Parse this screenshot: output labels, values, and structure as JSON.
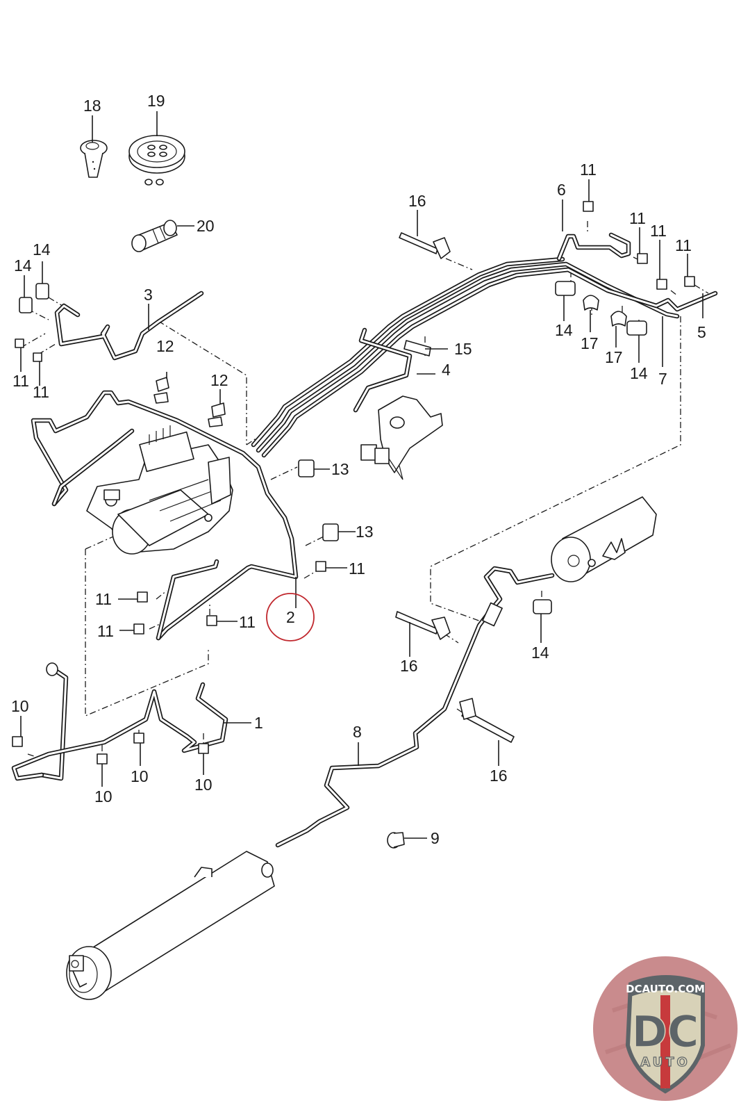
{
  "diagram": {
    "type": "exploded-parts-diagram",
    "subject": "air suspension compressor and air lines",
    "highlighted_callout": "2",
    "highlight_color": "#c0272d",
    "line_color": "#1a1a1a",
    "callouts": [
      {
        "id": "c18",
        "label": "18",
        "part": "grommet"
      },
      {
        "id": "c19",
        "label": "19",
        "part": "multi-pass grommet"
      },
      {
        "id": "c20",
        "label": "20",
        "part": "connector"
      },
      {
        "id": "c14a",
        "label": "14",
        "part": "holder"
      },
      {
        "id": "c14b",
        "label": "14",
        "part": "holder"
      },
      {
        "id": "c3",
        "label": "3",
        "part": "air line"
      },
      {
        "id": "c11a",
        "label": "11",
        "part": "clip"
      },
      {
        "id": "c11b",
        "label": "11",
        "part": "clip"
      },
      {
        "id": "c12a",
        "label": "12",
        "part": "holder"
      },
      {
        "id": "c12b",
        "label": "12",
        "part": "holder"
      },
      {
        "id": "c16a",
        "label": "16",
        "part": "bracket"
      },
      {
        "id": "c6",
        "label": "6",
        "part": "air line"
      },
      {
        "id": "c11c",
        "label": "11",
        "part": "clip"
      },
      {
        "id": "c11d",
        "label": "11",
        "part": "clip"
      },
      {
        "id": "c11e",
        "label": "11",
        "part": "clip"
      },
      {
        "id": "c11f",
        "label": "11",
        "part": "clip"
      },
      {
        "id": "c5",
        "label": "5",
        "part": "air line"
      },
      {
        "id": "c14c",
        "label": "14",
        "part": "holder"
      },
      {
        "id": "c17a",
        "label": "17",
        "part": "holder"
      },
      {
        "id": "c17b",
        "label": "17",
        "part": "holder"
      },
      {
        "id": "c14d",
        "label": "14",
        "part": "holder"
      },
      {
        "id": "c7",
        "label": "7",
        "part": "air line"
      },
      {
        "id": "c15",
        "label": "15",
        "part": "holder"
      },
      {
        "id": "c4",
        "label": "4",
        "part": "air line"
      },
      {
        "id": "c13a",
        "label": "13",
        "part": "holder"
      },
      {
        "id": "c13b",
        "label": "13",
        "part": "holder"
      },
      {
        "id": "c11g",
        "label": "11",
        "part": "clip"
      },
      {
        "id": "c2",
        "label": "2",
        "part": "air line"
      },
      {
        "id": "c11h",
        "label": "11",
        "part": "clip"
      },
      {
        "id": "c11i",
        "label": "11",
        "part": "clip"
      },
      {
        "id": "c11j",
        "label": "11",
        "part": "clip"
      },
      {
        "id": "c14e",
        "label": "14",
        "part": "holder"
      },
      {
        "id": "c16b",
        "label": "16",
        "part": "bracket"
      },
      {
        "id": "c10a",
        "label": "10",
        "part": "clip"
      },
      {
        "id": "c1",
        "label": "1",
        "part": "air line"
      },
      {
        "id": "c10b",
        "label": "10",
        "part": "clip"
      },
      {
        "id": "c10c",
        "label": "10",
        "part": "clip"
      },
      {
        "id": "c10d",
        "label": "10",
        "part": "clip"
      },
      {
        "id": "c8",
        "label": "8",
        "part": "air line"
      },
      {
        "id": "c16c",
        "label": "16",
        "part": "bracket"
      },
      {
        "id": "c9",
        "label": "9",
        "part": "plug"
      }
    ]
  },
  "logo": {
    "site": "DCAUTO.COM",
    "monogram": "DC",
    "sub": "AUTO",
    "colors": {
      "ring": "#c98b8d",
      "shield": "#d8d2b8",
      "letters": "#5d6468",
      "stripe": "#c73a3c"
    }
  }
}
